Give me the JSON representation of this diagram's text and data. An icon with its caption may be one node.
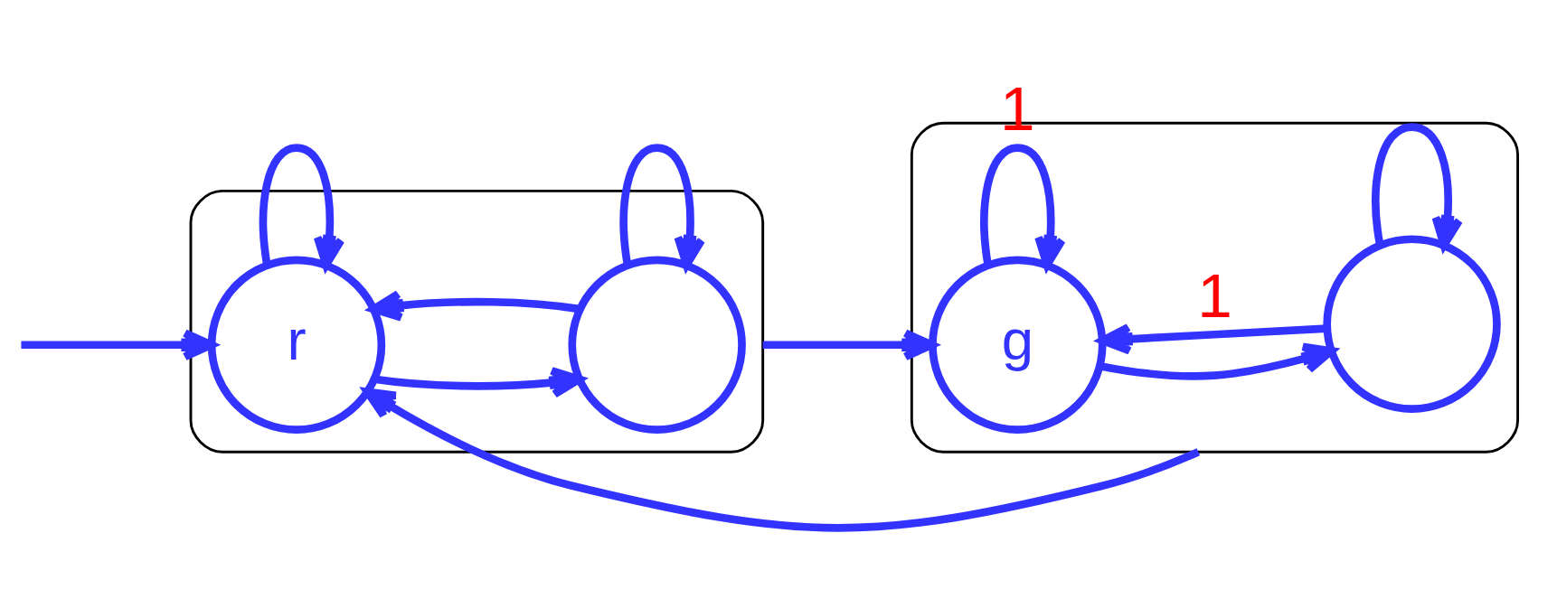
{
  "diagram": {
    "nodes": [
      {
        "text": [],
        "shape": "box"
      },
      {
        "text": [
          "r"
        ],
        "in": 0
      },
      {
        "text": [],
        "shape": "circle",
        "in": 0
      },
      {
        "text": [],
        "shape": "box"
      },
      {
        "text": [
          "g"
        ],
        "in": 3
      },
      {
        "text": [],
        "shape": "circle",
        "in": 3
      }
    ],
    "edges": [
      {
        "from": null,
        "to": 1,
        "arrow": "to"
      },
      {
        "from": 1,
        "to": 1,
        "arrow": "to"
      },
      {
        "from": 1,
        "to": 2,
        "arrow": "to"
      },
      {
        "from": 2,
        "to": 1,
        "arrow": "to"
      },
      {
        "from": 2,
        "to": 2,
        "arrow": "to"
      },
      {
        "from": 0,
        "to": 4,
        "arrow": "to"
      },
      {
        "from": 4,
        "to": 4,
        "arrow": "to",
        "label": "1"
      },
      {
        "from": 4,
        "to": 5,
        "arrow": "to"
      },
      {
        "from": 5,
        "to": 4,
        "arrow": "to",
        "label": "1"
      },
      {
        "from": 5,
        "to": 5,
        "arrow": "to"
      },
      {
        "from": 3,
        "to": 1,
        "arrow": "to"
      }
    ]
  }
}
